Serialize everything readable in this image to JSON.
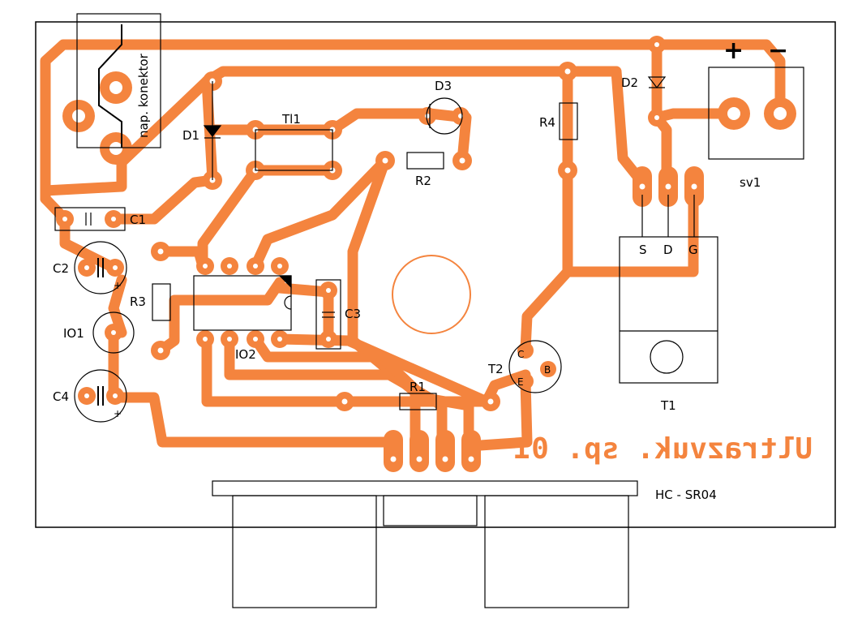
{
  "colors": {
    "copper": "#F4843E",
    "outline": "#000000",
    "background": "#FFFFFF"
  },
  "board_title": "Ultrazvuk. sp. 01",
  "labels": {
    "connector": "nap. konektor",
    "d1": "D1",
    "tl1": "Tl1",
    "d3": "D3",
    "r4": "R4",
    "d2": "D2",
    "plus": "+",
    "minus": "−",
    "sv1": "sv1",
    "c1": "C1",
    "r2": "R2",
    "c2": "C2",
    "r3": "R3",
    "io1": "IO1",
    "io2": "IO2",
    "c3": "C3",
    "c4": "C4",
    "r1": "R1",
    "t2": "T2",
    "t1": "T1",
    "pin_s": "S",
    "pin_d": "D",
    "pin_g": "G",
    "pin_c": "C",
    "pin_b": "B",
    "pin_e": "E",
    "pol_plus": "+",
    "hc_module": "HC - SR04"
  }
}
